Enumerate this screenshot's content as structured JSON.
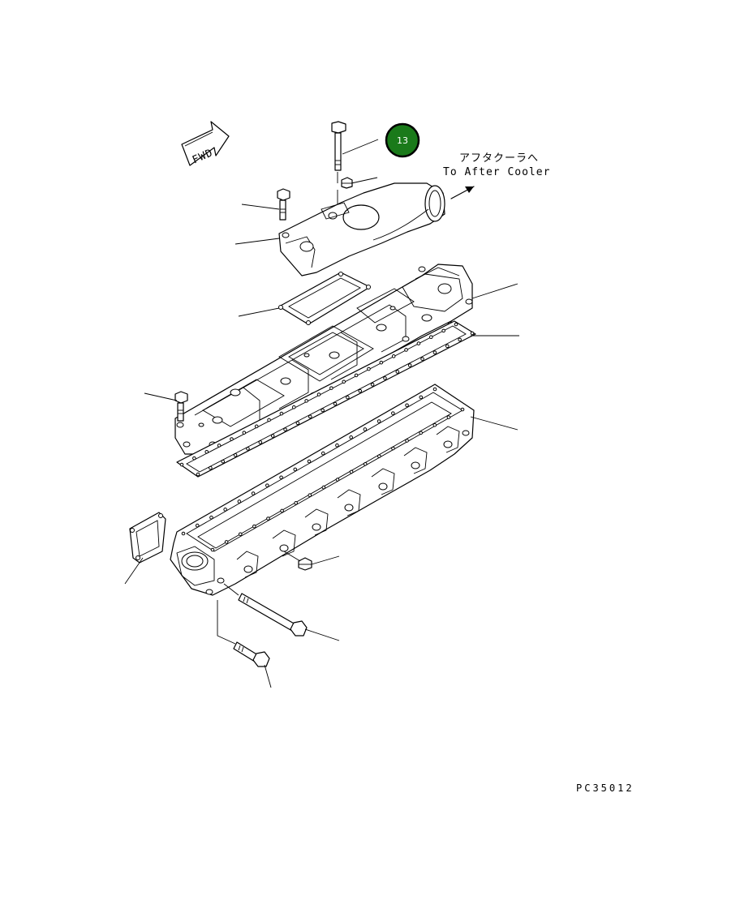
{
  "fwd_label": "FWD",
  "destination": {
    "japanese": "アフタクーラへ",
    "english": "To After Cooler"
  },
  "callout": {
    "number": "13",
    "fill": "#1a7a1a",
    "ring": "#000000"
  },
  "drawing_code": "PC35012"
}
